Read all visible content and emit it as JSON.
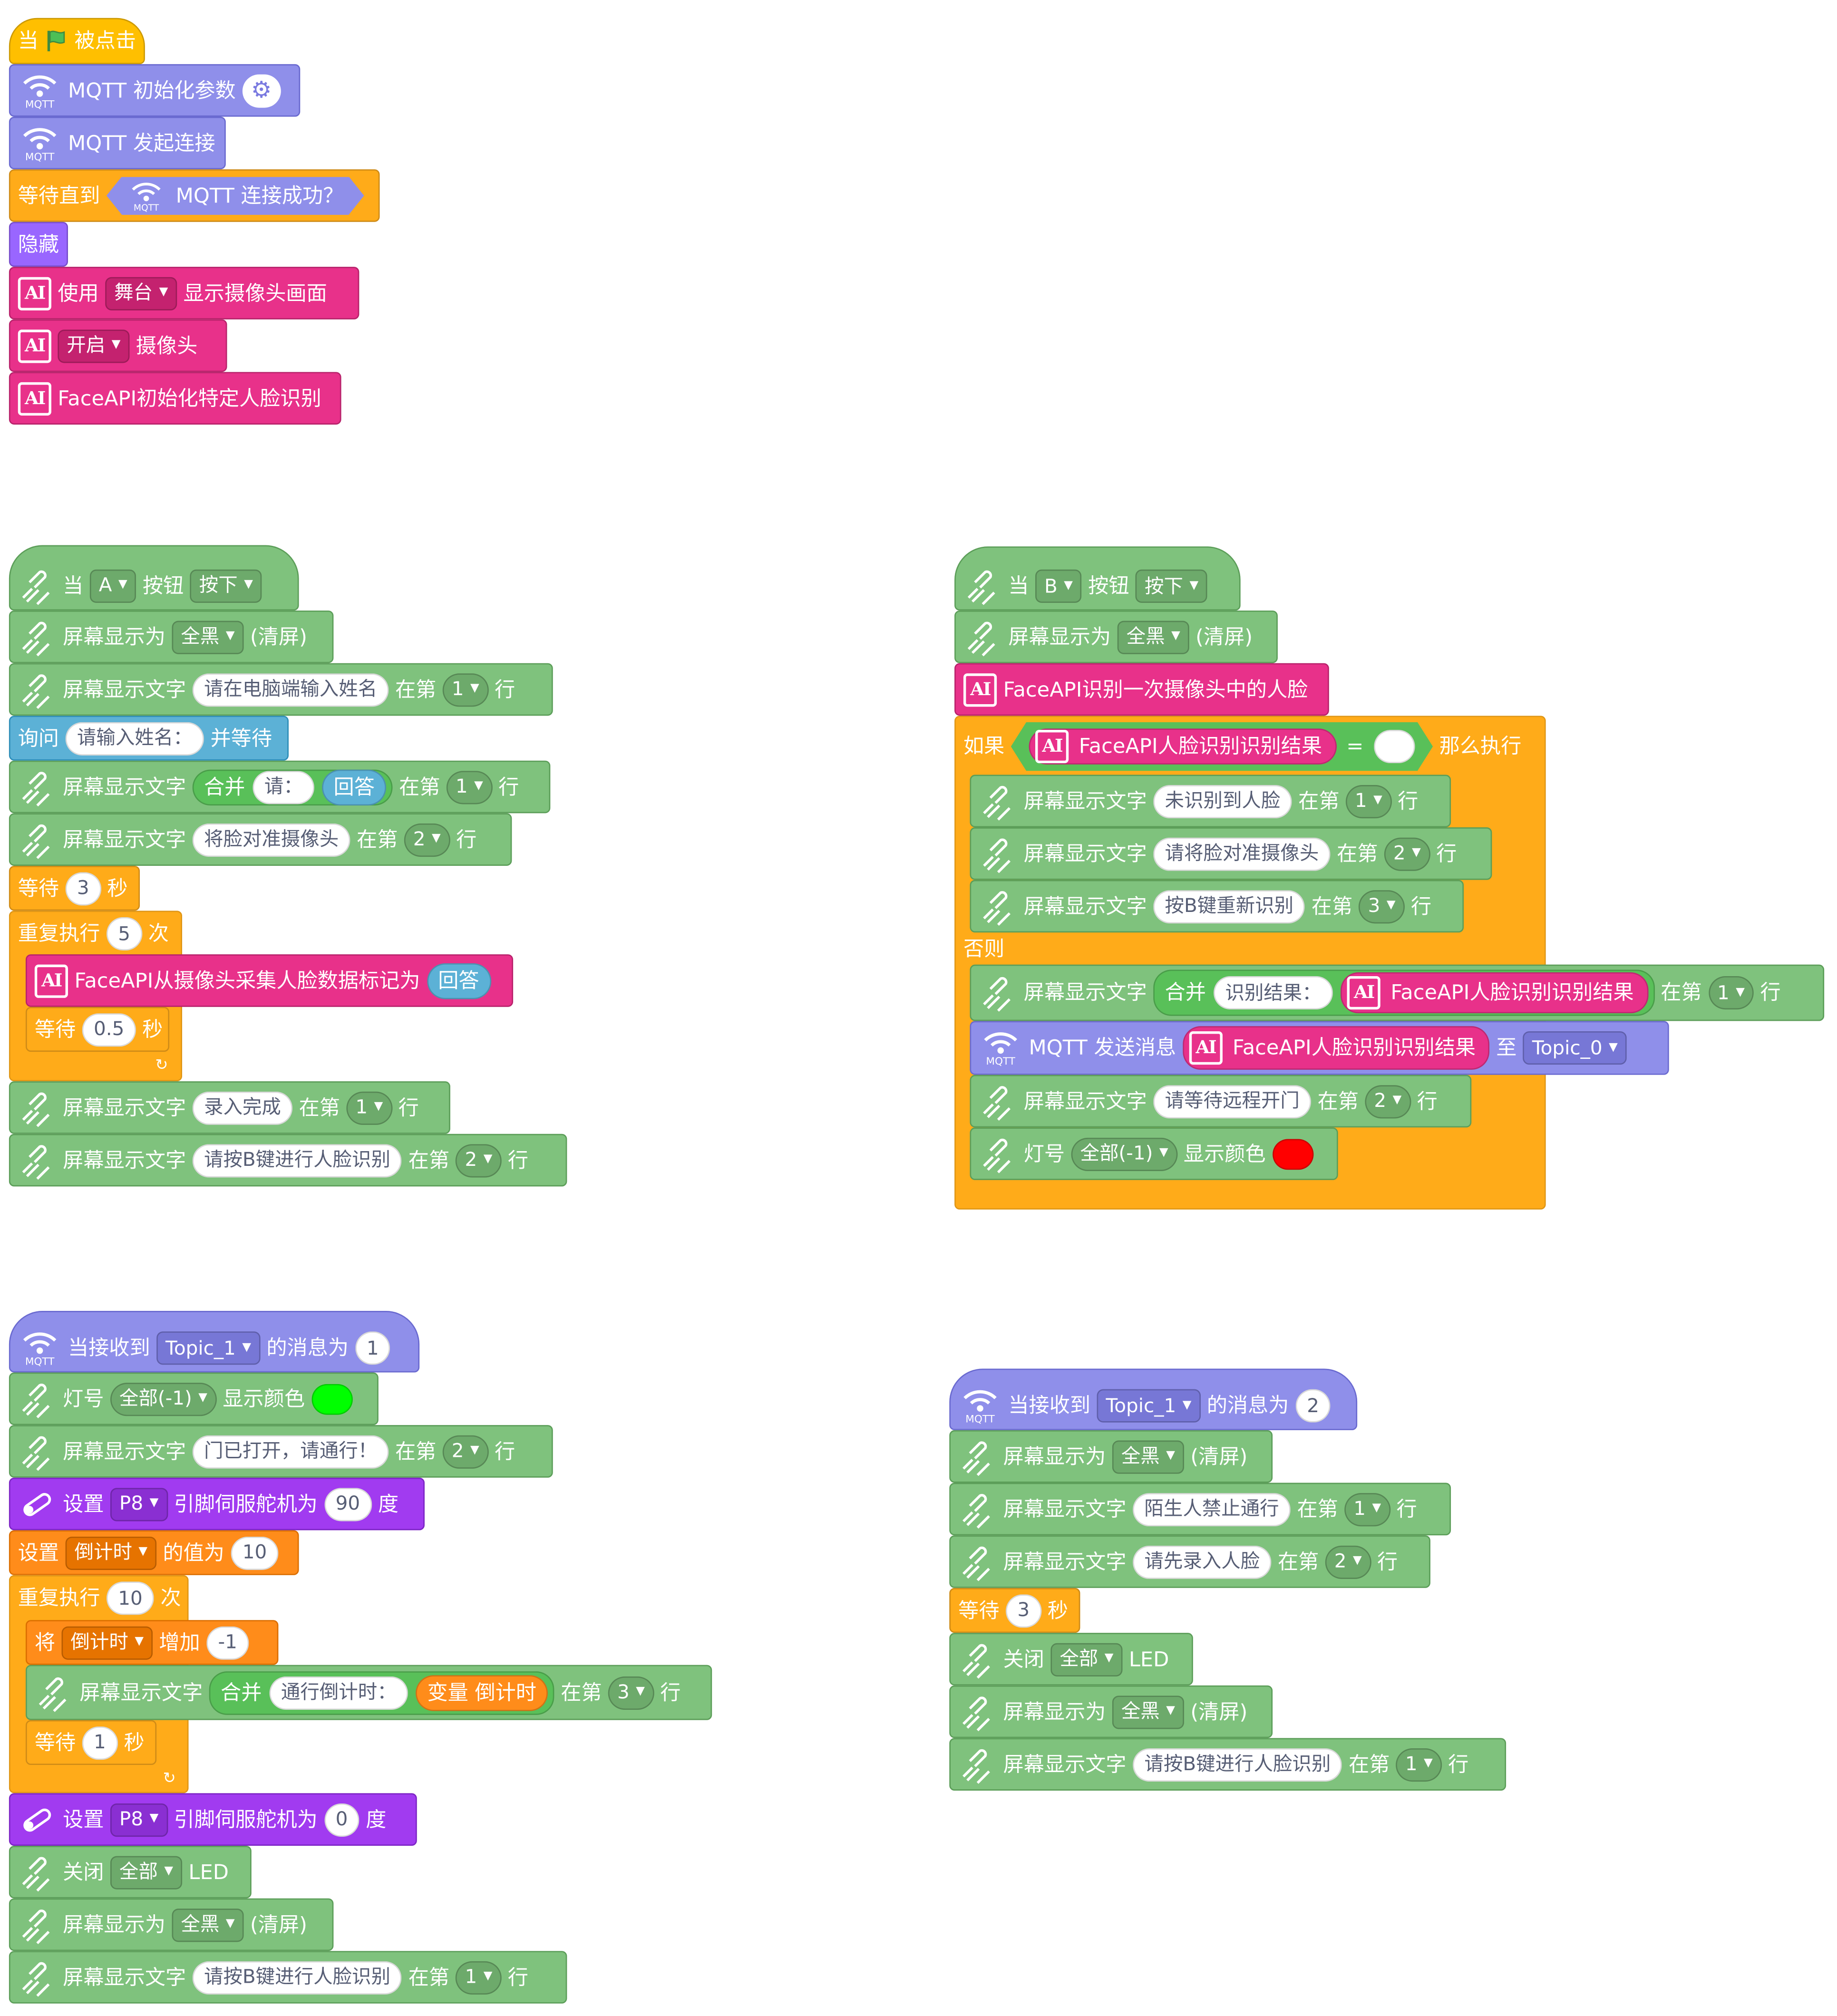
{
  "colors": {
    "events": "#ffbf00",
    "control": "#ffab19",
    "mqtt": "#8f8fea",
    "looks": "#9966ff",
    "ai": "#e8318a",
    "microbit": "#7fc27d",
    "sensing": "#5cb1d6",
    "variables": "#ff8c1a",
    "operators": "#59c059",
    "servo": "#a13bf0",
    "led_red": "#ff0000",
    "led_green": "#00ff00"
  },
  "icons": {
    "flag": "green-flag-icon",
    "mqtt": "mqtt-wifi-icon",
    "ai": "ai-icon",
    "microbit": "microbit-icon",
    "servo": "servo-icon",
    "settings": "gear-icon",
    "loop": "loop-arrow-icon"
  },
  "s1": {
    "hat": {
      "when": "当",
      "clicked": "被点击"
    },
    "mqtt_init": "MQTT 初始化参数",
    "mqtt_connect": "MQTT 发起连接",
    "wait_until": "等待直到",
    "mqtt_connected": "MQTT 连接成功？",
    "hide": "隐藏",
    "use": "使用",
    "stage_opt": "舞台",
    "show_camera": "显示摄像头画面",
    "camera_opt": "开启",
    "camera": "摄像头",
    "face_init": "FaceAPI初始化特定人脸识别"
  },
  "s2": {
    "when": "当",
    "btn": "A",
    "button": "按钮",
    "press": "按下",
    "screen_show": "屏幕显示为",
    "black": "全黑",
    "clear": "(清屏)",
    "display_text": "屏幕显示文字",
    "at_row": "在第",
    "row": "行",
    "prompt1": "请在电脑端输入姓名",
    "r1": "1",
    "ask": "询问",
    "ask_text": "请输入姓名：",
    "and_wait": "并等待",
    "join": "合并",
    "please": "请：",
    "answer": "回答",
    "r2": "1",
    "align": "将脸对准摄像头",
    "r3": "2",
    "wait": "等待",
    "wait_val": "3",
    "seconds": "秒",
    "repeat": "重复执行",
    "repeat_val": "5",
    "times": "次",
    "collect": "FaceAPI从摄像头采集人脸数据标记为",
    "collect_answer": "回答",
    "wait2": "0.5",
    "done": "录入完成",
    "r4": "1",
    "pressB": "请按B键进行人脸识别",
    "r5": "2"
  },
  "s3": {
    "when": "当",
    "btn": "B",
    "button": "按钮",
    "press": "按下",
    "screen_show": "屏幕显示为",
    "black": "全黑",
    "clear": "(清屏)",
    "recognize_once": "FaceAPI识别一次摄像头中的人脸",
    "if": "如果",
    "result": "FaceAPI人脸识别识别结果",
    "eq": "=",
    "then": "那么执行",
    "display_text": "屏幕显示文字",
    "at_row": "在第",
    "row": "行",
    "no_face": "未识别到人脸",
    "r1": "1",
    "align": "请将脸对准摄像头",
    "r2": "2",
    "retry": "按B键重新识别",
    "r3": "3",
    "else": "否则",
    "join": "合并",
    "result_label": "识别结果：",
    "r4": "1",
    "send": "MQTT 发送消息",
    "to": "至",
    "topic": "Topic_0",
    "wait_remote": "请等待远程开门",
    "r5": "2",
    "led": "灯号",
    "all": "全部(-1)",
    "show_color": "显示颜色"
  },
  "s4": {
    "on_receive": "当接收到",
    "topic": "Topic_1",
    "msg_is": "的消息为",
    "msg": "1",
    "led": "灯号",
    "all": "全部(-1)",
    "show_color": "显示颜色",
    "display_text": "屏幕显示文字",
    "door_open": "门已打开，请通行！",
    "at_row": "在第",
    "r1": "2",
    "row": "行",
    "set": "设置",
    "pin": "P8",
    "servo_to": "引脚伺服舵机为",
    "angle1": "90",
    "deg": "度",
    "var_name": "倒计时",
    "value_is": "的值为",
    "var_val": "10",
    "repeat": "重复执行",
    "repeat_val": "10",
    "times": "次",
    "change": "将",
    "by": "增加",
    "delta": "-1",
    "join": "合并",
    "countdown_label": "通行倒计时：",
    "var_reporter": "变量 倒计时",
    "r2": "3",
    "wait": "等待",
    "wait_val": "1",
    "seconds": "秒",
    "angle2": "0",
    "off": "关闭",
    "all_led": "全部",
    "led_word": "LED",
    "screen_show": "屏幕显示为",
    "black": "全黑",
    "clear": "(清屏)",
    "pressB": "请按B键进行人脸识别",
    "r3": "1"
  },
  "s5": {
    "on_receive": "当接收到",
    "topic": "Topic_1",
    "msg_is": "的消息为",
    "msg": "2",
    "screen_show": "屏幕显示为",
    "black": "全黑",
    "clear": "(清屏)",
    "display_text": "屏幕显示文字",
    "at_row": "在第",
    "row": "行",
    "stranger": "陌生人禁止通行",
    "r1": "1",
    "enroll": "请先录入人脸",
    "r2": "2",
    "wait": "等待",
    "wait_val": "3",
    "seconds": "秒",
    "off": "关闭",
    "all_led": "全部",
    "led_word": "LED",
    "pressB": "请按B键进行人脸识别",
    "r3": "1"
  }
}
